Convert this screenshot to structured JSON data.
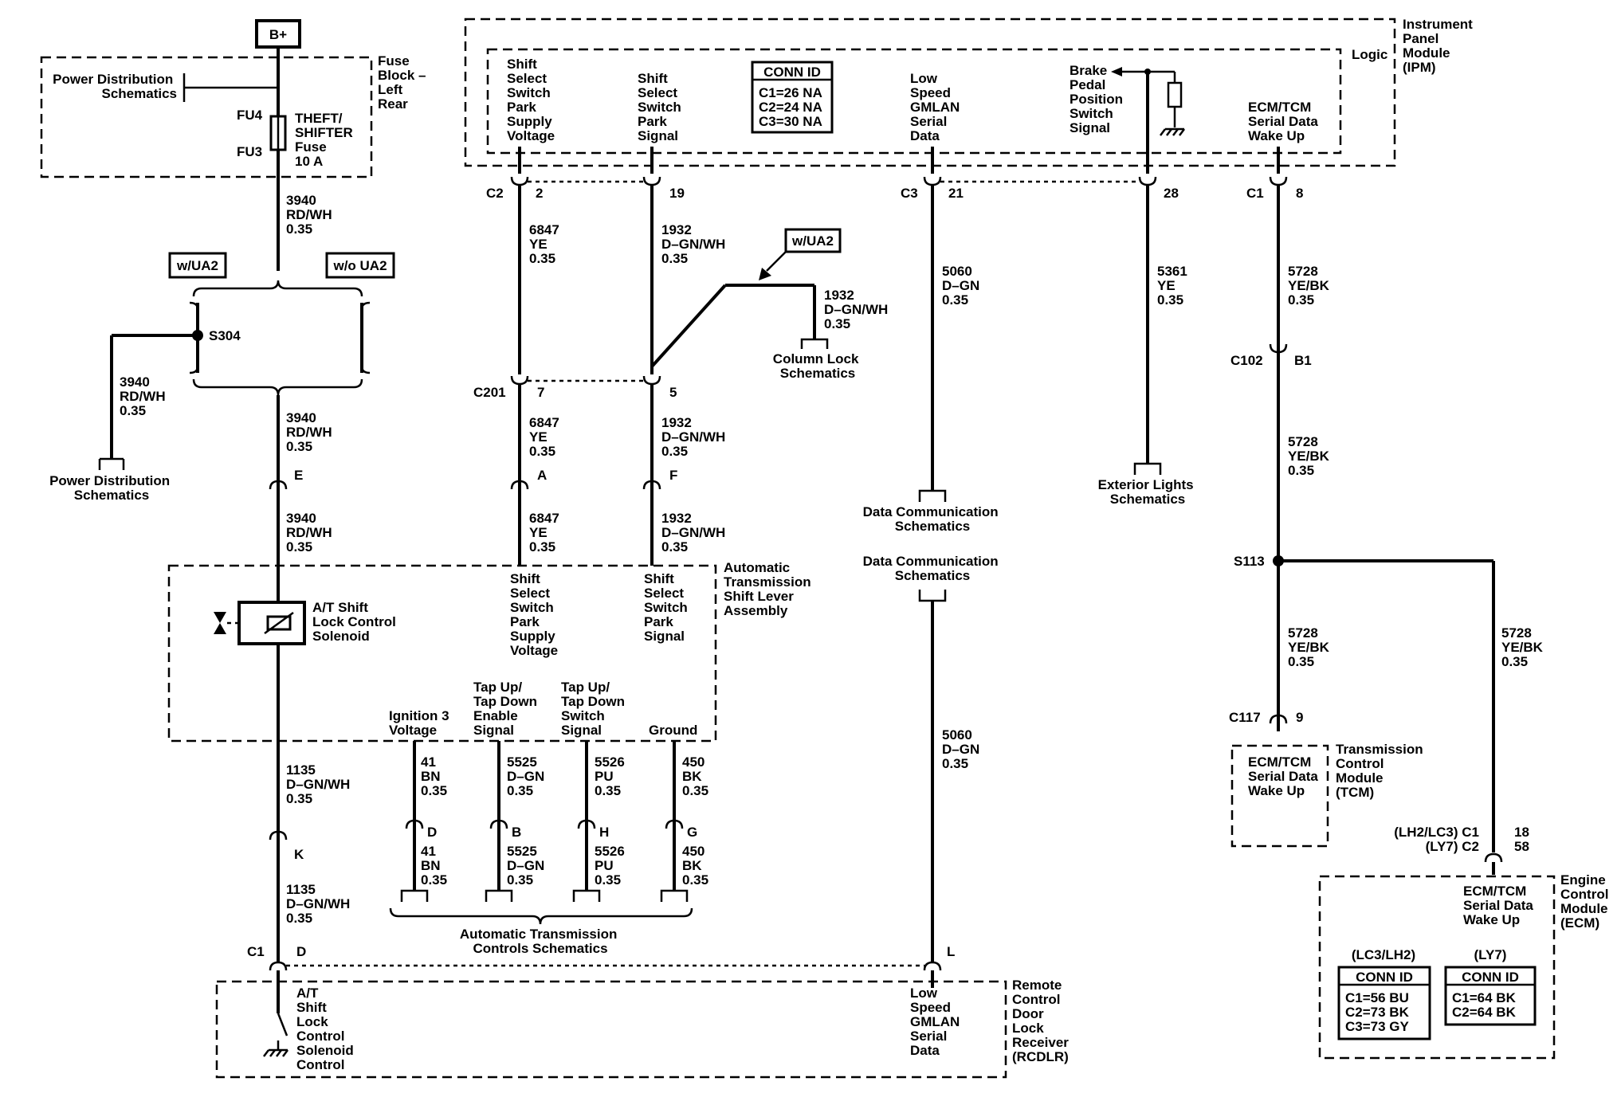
{
  "bplus": "B+",
  "fuse_block": {
    "label": [
      "Fuse",
      "Block –",
      "Left",
      "Rear"
    ],
    "power_dist": [
      "Power Distribution",
      "Schematics"
    ],
    "fu4": "FU4",
    "fu3": "FU3",
    "fuse": [
      "THEFT/",
      "SHIFTER",
      "Fuse",
      "10 A"
    ]
  },
  "wire_3940": [
    "3940",
    "RD/WH",
    "0.35"
  ],
  "wire_1135": [
    "1135",
    "D–GN/WH",
    "0.35"
  ],
  "wire_6847": [
    "6847",
    "YE",
    "0.35"
  ],
  "wire_1932": [
    "1932",
    "D–GN/WH",
    "0.35"
  ],
  "wire_5060": [
    "5060",
    "D–GN",
    "0.35"
  ],
  "wire_5361": [
    "5361",
    "YE",
    "0.35"
  ],
  "wire_5728": [
    "5728",
    "YE/BK",
    "0.35"
  ],
  "wire_41": [
    "41",
    "BN",
    "0.35"
  ],
  "wire_5525": [
    "5525",
    "D–GN",
    "0.35"
  ],
  "wire_5526": [
    "5526",
    "PU",
    "0.35"
  ],
  "wire_450": [
    "450",
    "BK",
    "0.35"
  ],
  "options": {
    "with_ua2": "w/UA2",
    "without_ua2": "w/o UA2"
  },
  "splices": {
    "s304": "S304",
    "s113": "S113"
  },
  "power_dist_lower": [
    "Power Distribution",
    "Schematics"
  ],
  "connectors": {
    "c2": "C2",
    "c2_pin": "2",
    "pin_19": "19",
    "c3": "C3",
    "c3_pin": "21",
    "pin_28": "28",
    "c1": "C1",
    "c1_pin": "8",
    "c201": "C201",
    "c201_pin7": "7",
    "c201_pin5": "5",
    "c102": "C102",
    "c102_pin": "B1",
    "e": "E",
    "k": "K",
    "a": "A",
    "f": "F",
    "d": "D",
    "b": "B",
    "h": "H",
    "g": "G",
    "c1_lower": "C1",
    "d_lower": "D",
    "l": "L",
    "c117": "C117",
    "c117_pin": "9",
    "ecm_c1": "(LH2/LC3) C1",
    "ecm_c1_pin": "18",
    "ecm_c2": "(LY7) C2",
    "ecm_c2_pin": "58"
  },
  "ipm": {
    "title": [
      "Instrument",
      "Panel",
      "Module",
      "(IPM)"
    ],
    "logic": "Logic",
    "pin_supply": [
      "Shift",
      "Select",
      "Switch",
      "Park",
      "Supply",
      "Voltage"
    ],
    "pin_signal": [
      "Shift",
      "Select",
      "Switch",
      "Park",
      "Signal"
    ],
    "conn_id": {
      "title": "CONN ID",
      "rows": [
        "C1=26 NA",
        "C2=24 NA",
        "C3=30 NA"
      ]
    },
    "pin_gmlan": [
      "Low",
      "Speed",
      "GMLAN",
      "Serial",
      "Data"
    ],
    "pin_brake": [
      "Brake",
      "Pedal",
      "Position",
      "Switch",
      "Signal"
    ],
    "pin_wake": [
      "ECM/TCM",
      "Serial Data",
      "Wake Up"
    ]
  },
  "column_lock": [
    "Column Lock",
    "Schematics"
  ],
  "data_comm_1": [
    "Data Communication",
    "Schematics"
  ],
  "data_comm_2": [
    "Data Communication",
    "Schematics"
  ],
  "exterior_lights": [
    "Exterior Lights",
    "Schematics"
  ],
  "shifter": {
    "title": [
      "Automatic",
      "Transmission",
      "Shift Lever",
      "Assembly"
    ],
    "solenoid": [
      "A/T Shift",
      "Lock Control",
      "Solenoid"
    ],
    "pin_supply": [
      "Shift",
      "Select",
      "Switch",
      "Park",
      "Supply",
      "Voltage"
    ],
    "pin_signal": [
      "Shift",
      "Select",
      "Switch",
      "Park",
      "Signal"
    ],
    "pin_ign": [
      "Ignition 3",
      "Voltage"
    ],
    "pin_enable": [
      "Tap Up/",
      "Tap Down",
      "Enable",
      "Signal"
    ],
    "pin_switch": [
      "Tap Up/",
      "Tap Down",
      "Switch",
      "Signal"
    ],
    "pin_ground": [
      "Ground"
    ]
  },
  "at_controls": [
    "Automatic Transmission",
    "Controls Schematics"
  ],
  "rcdlr": {
    "title": [
      "Remote",
      "Control",
      "Door",
      "Lock",
      "Receiver",
      "(RCDLR)"
    ],
    "pin_control": [
      "A/T",
      "Shift",
      "Lock",
      "Control",
      "Solenoid",
      "Control"
    ],
    "pin_gmlan": [
      "Low",
      "Speed",
      "GMLAN",
      "Serial",
      "Data"
    ]
  },
  "tcm": {
    "title": [
      "Transmission",
      "Control",
      "Module",
      "(TCM)"
    ],
    "pin": [
      "ECM/TCM",
      "Serial Data",
      "Wake Up"
    ]
  },
  "ecm": {
    "title": [
      "Engine",
      "Control",
      "Module",
      "(ECM)"
    ],
    "pin": [
      "ECM/TCM",
      "Serial Data",
      "Wake Up"
    ],
    "conn_lc3": {
      "heading": "(LC3/LH2)",
      "title": "CONN ID",
      "rows": [
        "C1=56 BU",
        "C2=73 BK",
        "C3=73 GY"
      ]
    },
    "conn_ly7": {
      "heading": "(LY7)",
      "title": "CONN ID",
      "rows": [
        "C1=64 BK",
        "C2=64 BK"
      ]
    }
  }
}
